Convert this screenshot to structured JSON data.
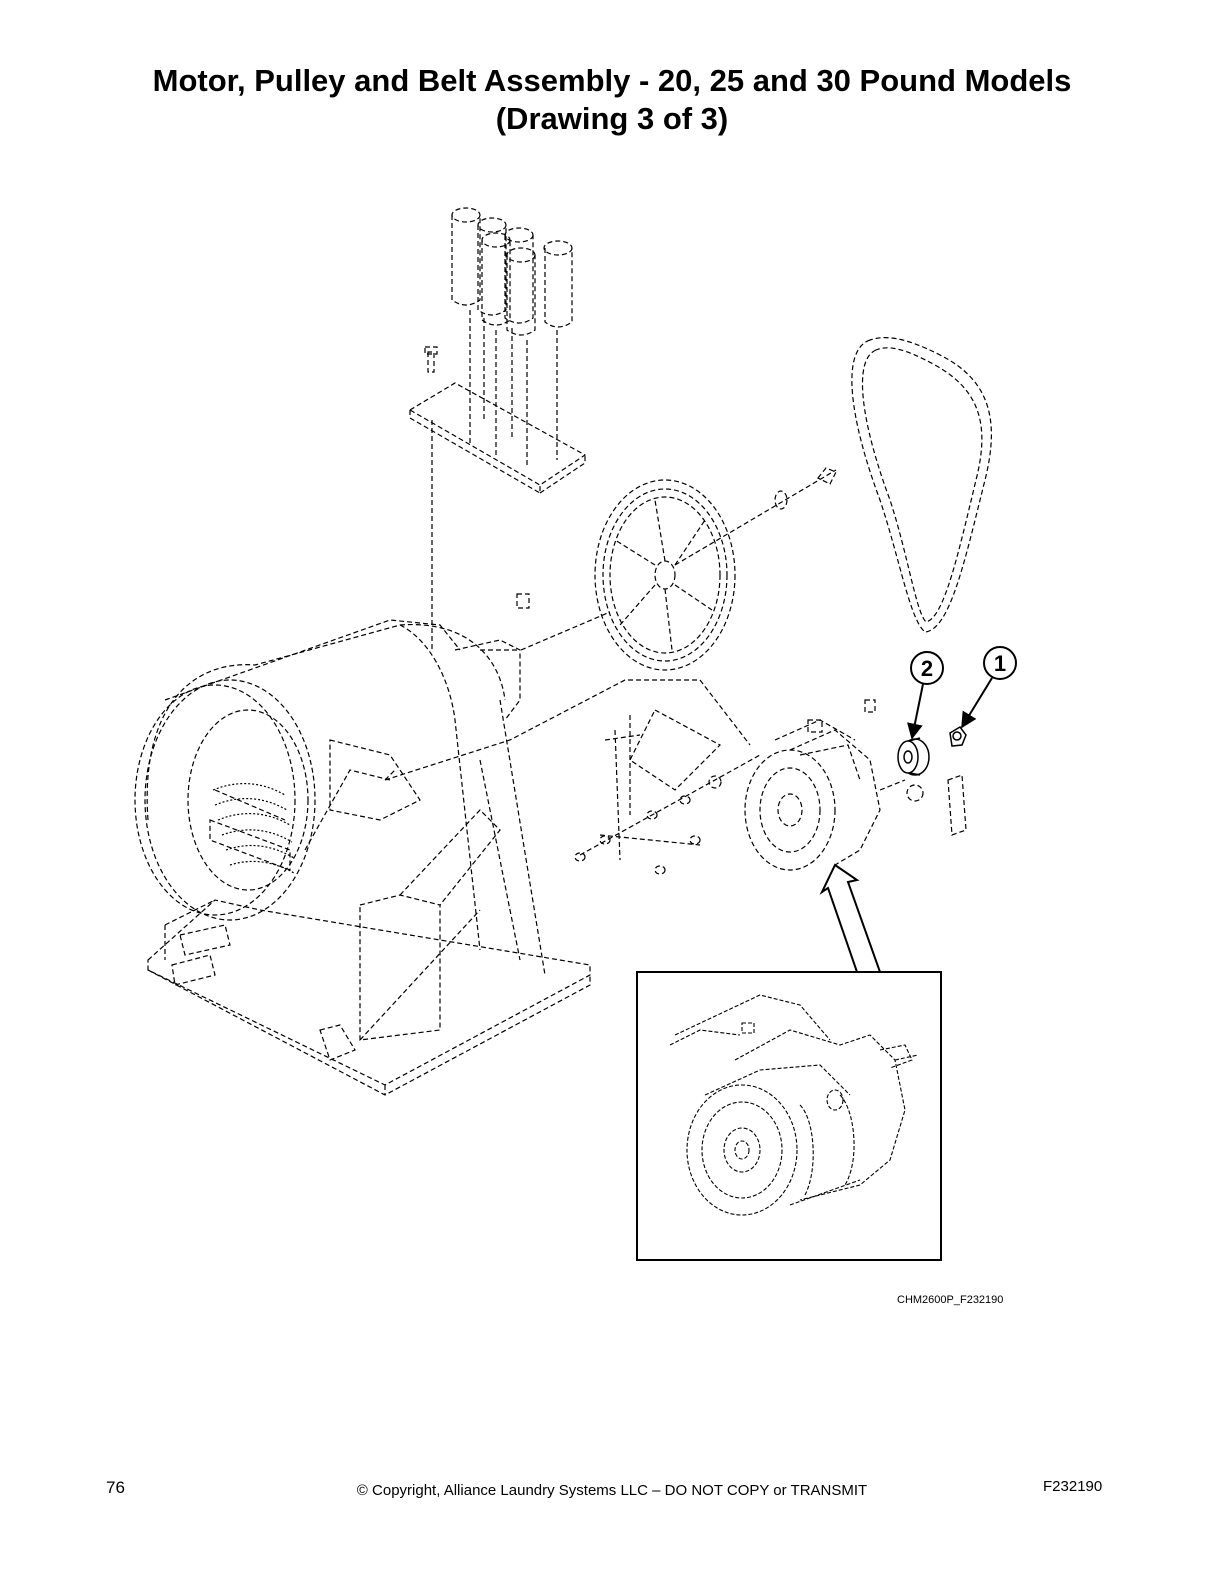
{
  "header": {
    "title_line1": "Motor, Pulley and Belt Assembly - 20, 25 and 30 Pound Models",
    "title_line2": "(Drawing 3 of 3)"
  },
  "drawing": {
    "callouts": [
      {
        "number": "1"
      },
      {
        "number": "2"
      }
    ],
    "drawing_id": "CHM2600P_F232190"
  },
  "footer": {
    "page_number": "76",
    "copyright": "© Copyright, Alliance Laundry Systems LLC – DO NOT COPY or TRANSMIT",
    "document_number": "F232190"
  }
}
